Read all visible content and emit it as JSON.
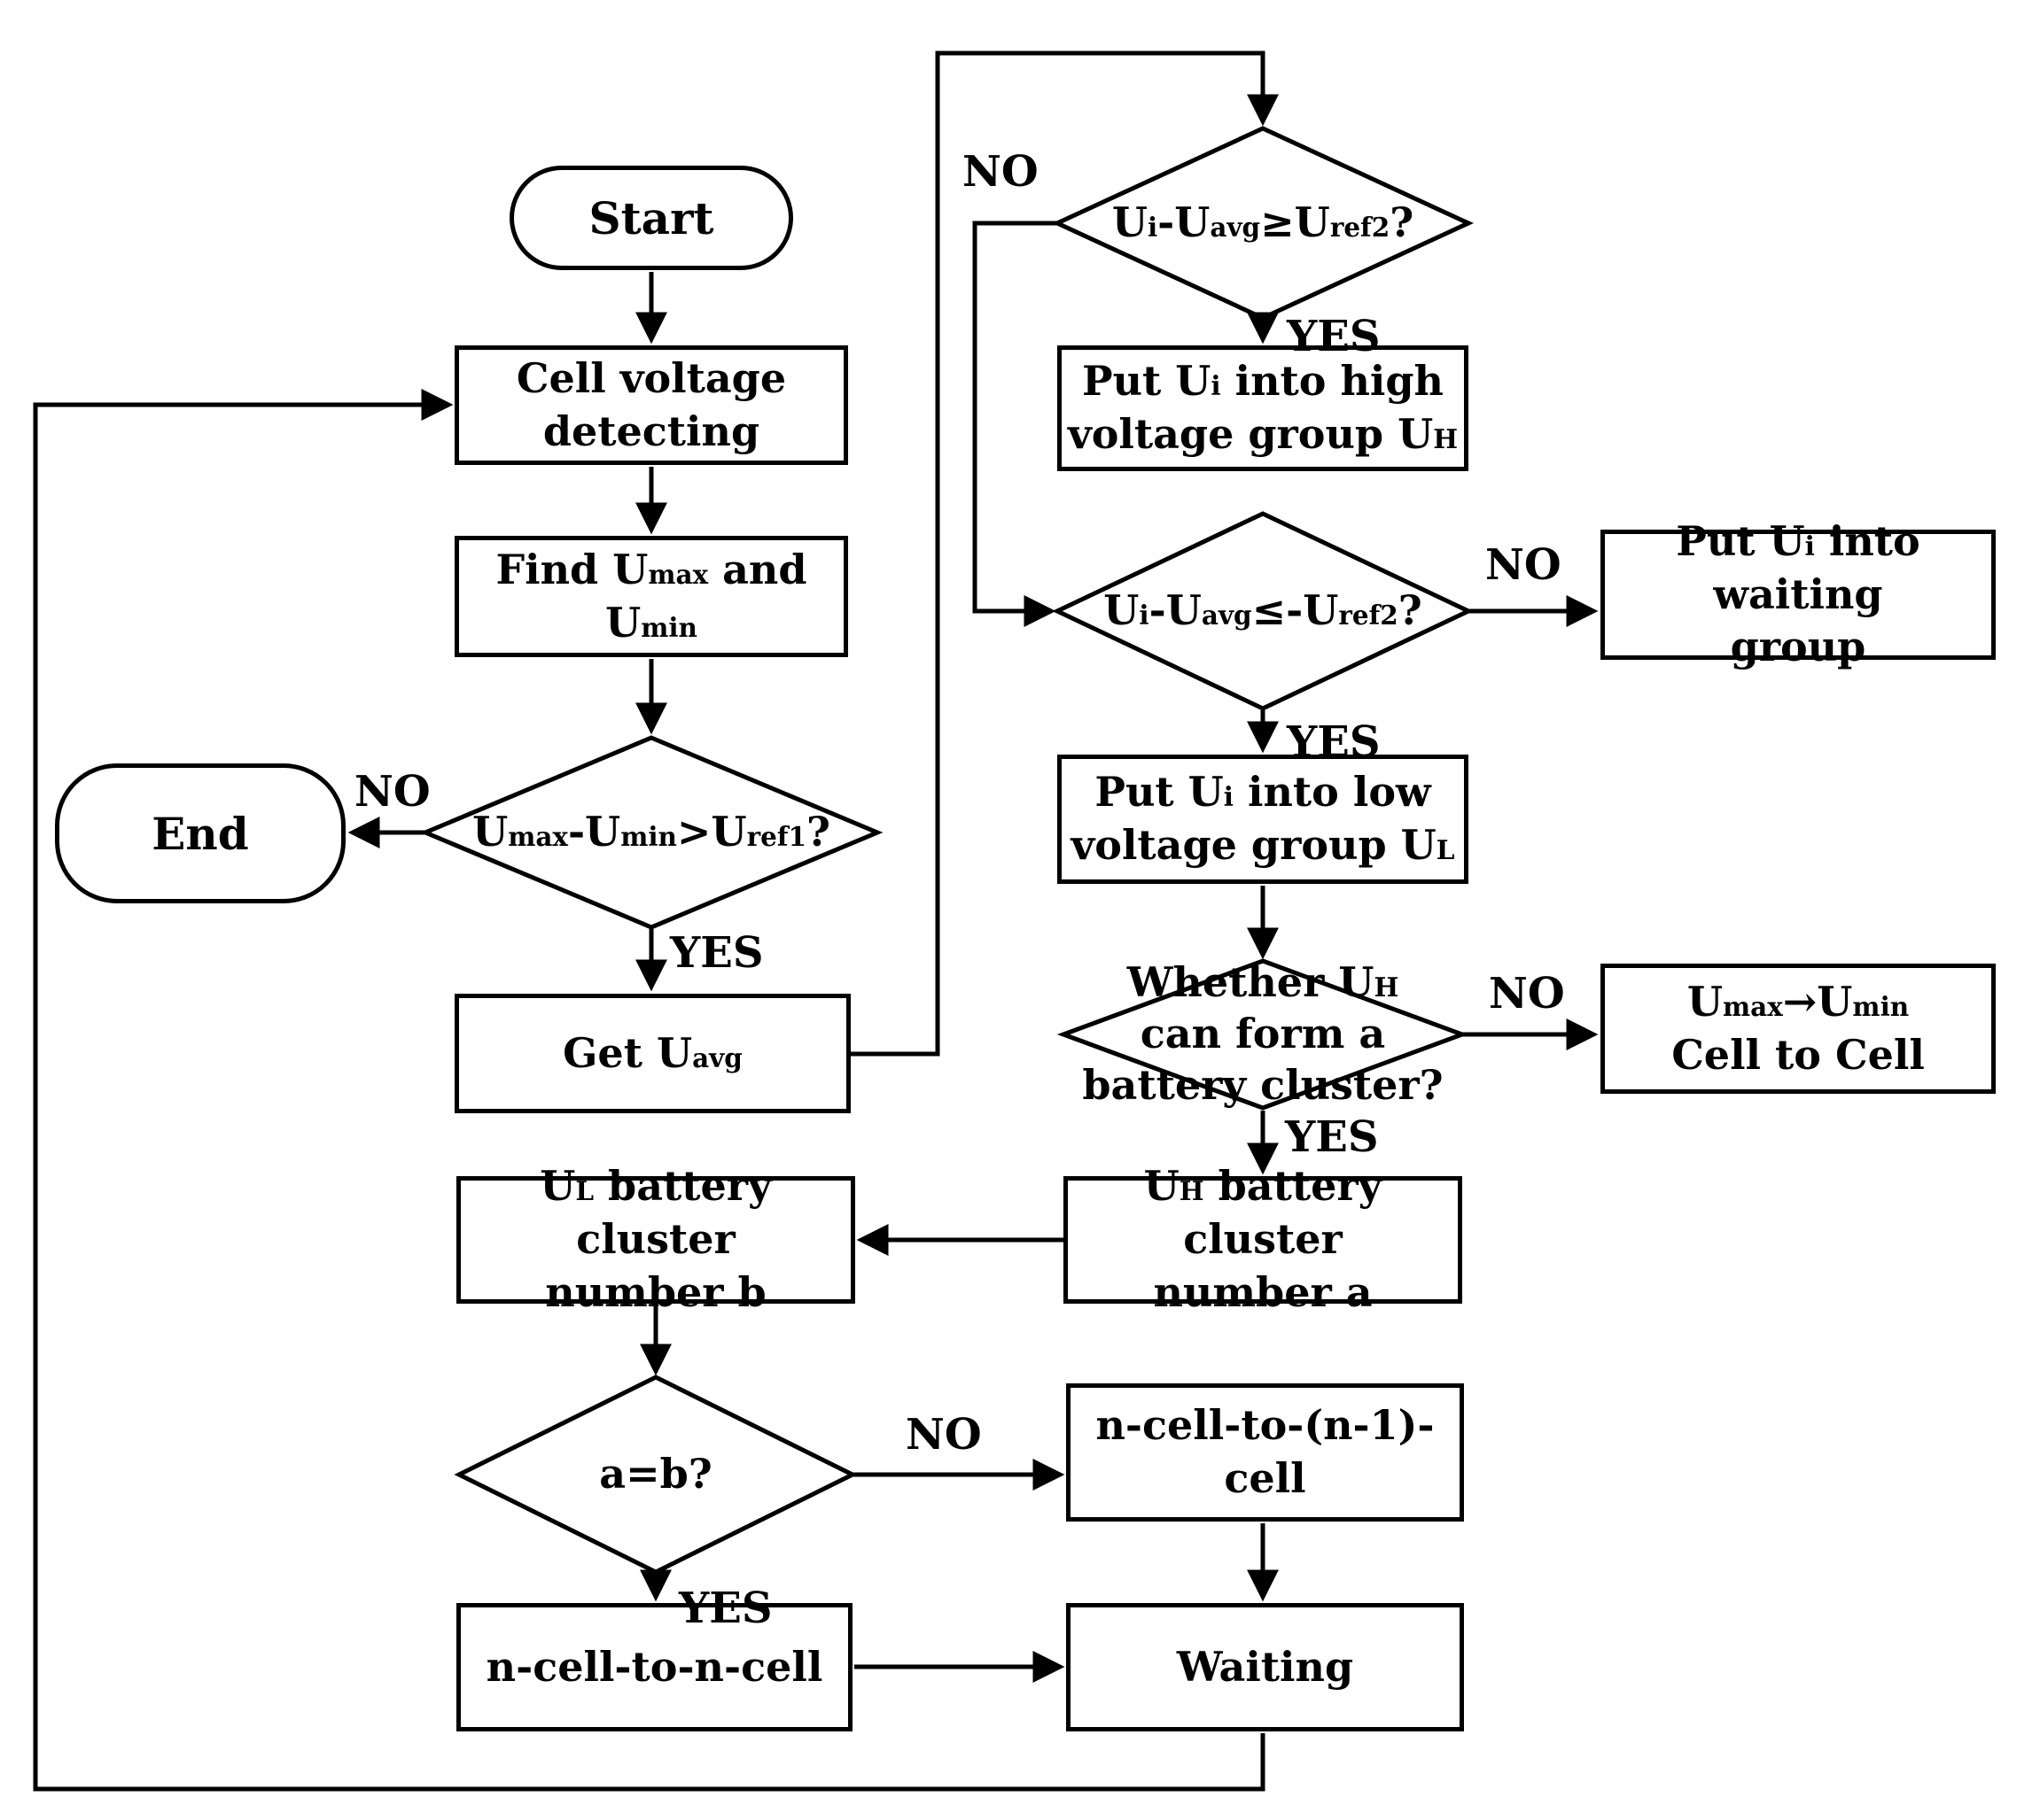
{
  "diagram": {
    "background": "#ffffff",
    "stroke_color": "#000000",
    "nodes": {
      "start": {
        "label": "Start"
      },
      "cell_detect": {
        "lines": [
          "Cell voltage",
          "detecting"
        ]
      },
      "find_extremes": {
        "lines": [
          "Find U_{max} and U_{min}"
        ]
      },
      "d_ref1": {
        "lines": [
          "U_{max}-U_{min}>U_{ref1}?"
        ]
      },
      "end": {
        "label": "End"
      },
      "get_avg": {
        "lines": [
          "Get U_{avg}"
        ]
      },
      "d_high": {
        "lines": [
          "U_{i}-U_{avg}≥U_{ref2}?"
        ]
      },
      "high_group": {
        "lines": [
          "Put U_{i} into high",
          "voltage group U_{H}"
        ]
      },
      "d_low": {
        "lines": [
          "U_{i}-U_{avg}≤-U_{ref2}?"
        ]
      },
      "waiting_group": {
        "lines": [
          "Put U_{i} into waiting",
          "group"
        ]
      },
      "low_group": {
        "lines": [
          "Put U_{i} into low",
          "voltage group U_{L}"
        ]
      },
      "d_cluster": {
        "lines": [
          "Whether U_{H}",
          "can form a",
          "battery cluster?"
        ]
      },
      "cell_to_cell": {
        "lines": [
          "U_{max}→U_{min}",
          "Cell to Cell"
        ]
      },
      "cluster_a": {
        "lines": [
          "U_{H} battery cluster",
          "number a"
        ]
      },
      "cluster_b": {
        "lines": [
          "U_{L} battery cluster",
          "number b"
        ]
      },
      "d_ab": {
        "lines": [
          "a=b?"
        ]
      },
      "n_minus_one": {
        "lines": [
          "n-cell-to-(n-1)-cell"
        ]
      },
      "n_to_n": {
        "lines": [
          "n-cell-to-n-cell"
        ]
      },
      "waiting": {
        "label": "Waiting"
      }
    },
    "edge_labels": {
      "ref1_no": "NO",
      "ref1_yes": "YES",
      "high_no": "NO",
      "high_yes": "YES",
      "low_no": "NO",
      "low_yes": "YES",
      "cluster_no": "NO",
      "cluster_yes": "YES",
      "ab_no": "NO",
      "ab_yes": "YES"
    }
  }
}
